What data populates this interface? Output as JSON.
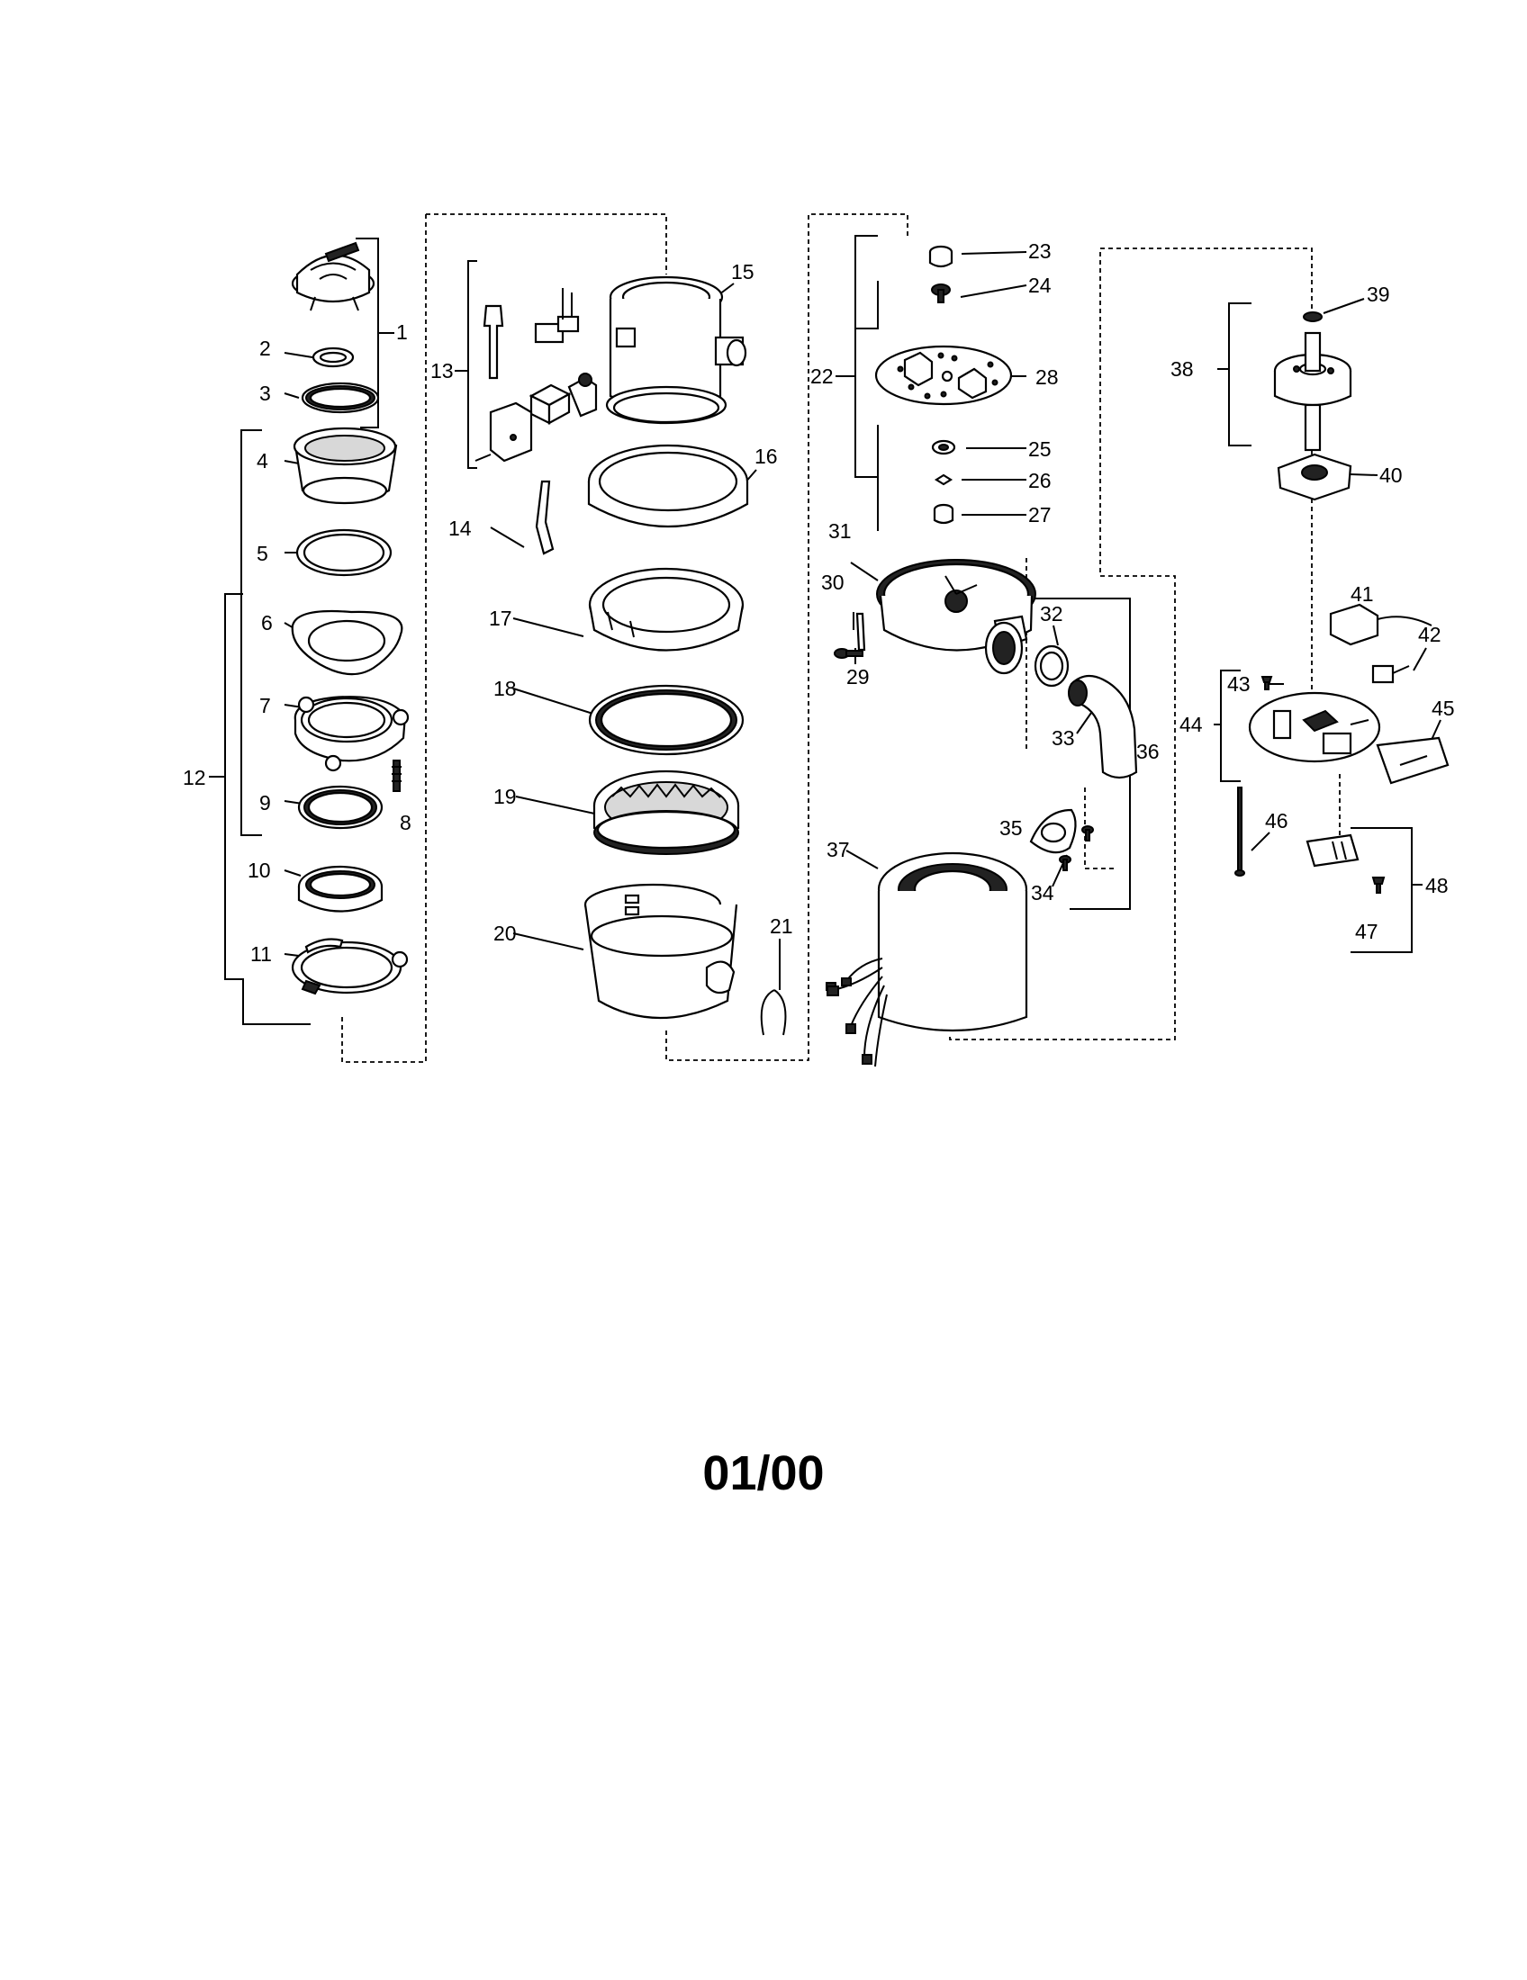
{
  "diagram": {
    "date_code": "01/00",
    "part_numbers": [
      "1",
      "2",
      "3",
      "4",
      "5",
      "6",
      "7",
      "8",
      "9",
      "10",
      "11",
      "12",
      "13",
      "14",
      "15",
      "16",
      "17",
      "18",
      "19",
      "20",
      "21",
      "22",
      "23",
      "24",
      "25",
      "26",
      "27",
      "28",
      "29",
      "30",
      "31",
      "32",
      "33",
      "34",
      "35",
      "36",
      "37",
      "38",
      "39",
      "40",
      "41",
      "42",
      "43",
      "44",
      "45",
      "46",
      "47",
      "48"
    ]
  }
}
